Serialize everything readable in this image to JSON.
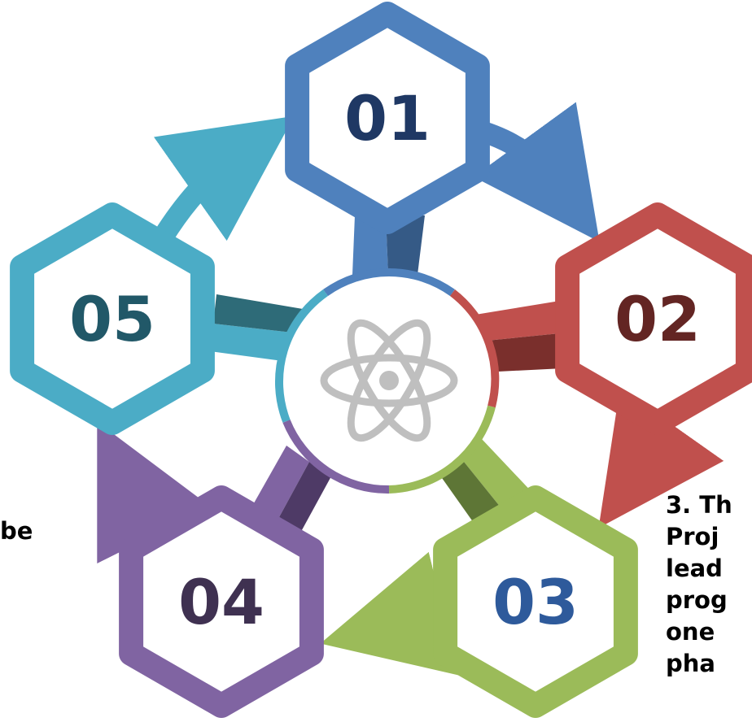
{
  "nodes": [
    {
      "label": "01",
      "color": "#4F81BD",
      "dark": "#355A86",
      "text_color": "#1F3864"
    },
    {
      "label": "02",
      "color": "#C0504D",
      "dark": "#7A2F2C",
      "text_color": "#632523"
    },
    {
      "label": "03",
      "color": "#9BBB59",
      "dark": "#5E7636",
      "text_color": "#2E5A9B"
    },
    {
      "label": "04",
      "color": "#8064A2",
      "dark": "#4E3A66",
      "text_color": "#3F3151"
    },
    {
      "label": "05",
      "color": "#4BACC6",
      "dark": "#2E6B78",
      "text_color": "#215868"
    }
  ],
  "center_icon": "atom-icon",
  "left_text": {
    "line1": "be"
  },
  "right_text": {
    "line1": "3. Th",
    "line2": "Proj",
    "line3": "lead",
    "line4": "prog",
    "line5": "one",
    "line6": "pha"
  }
}
